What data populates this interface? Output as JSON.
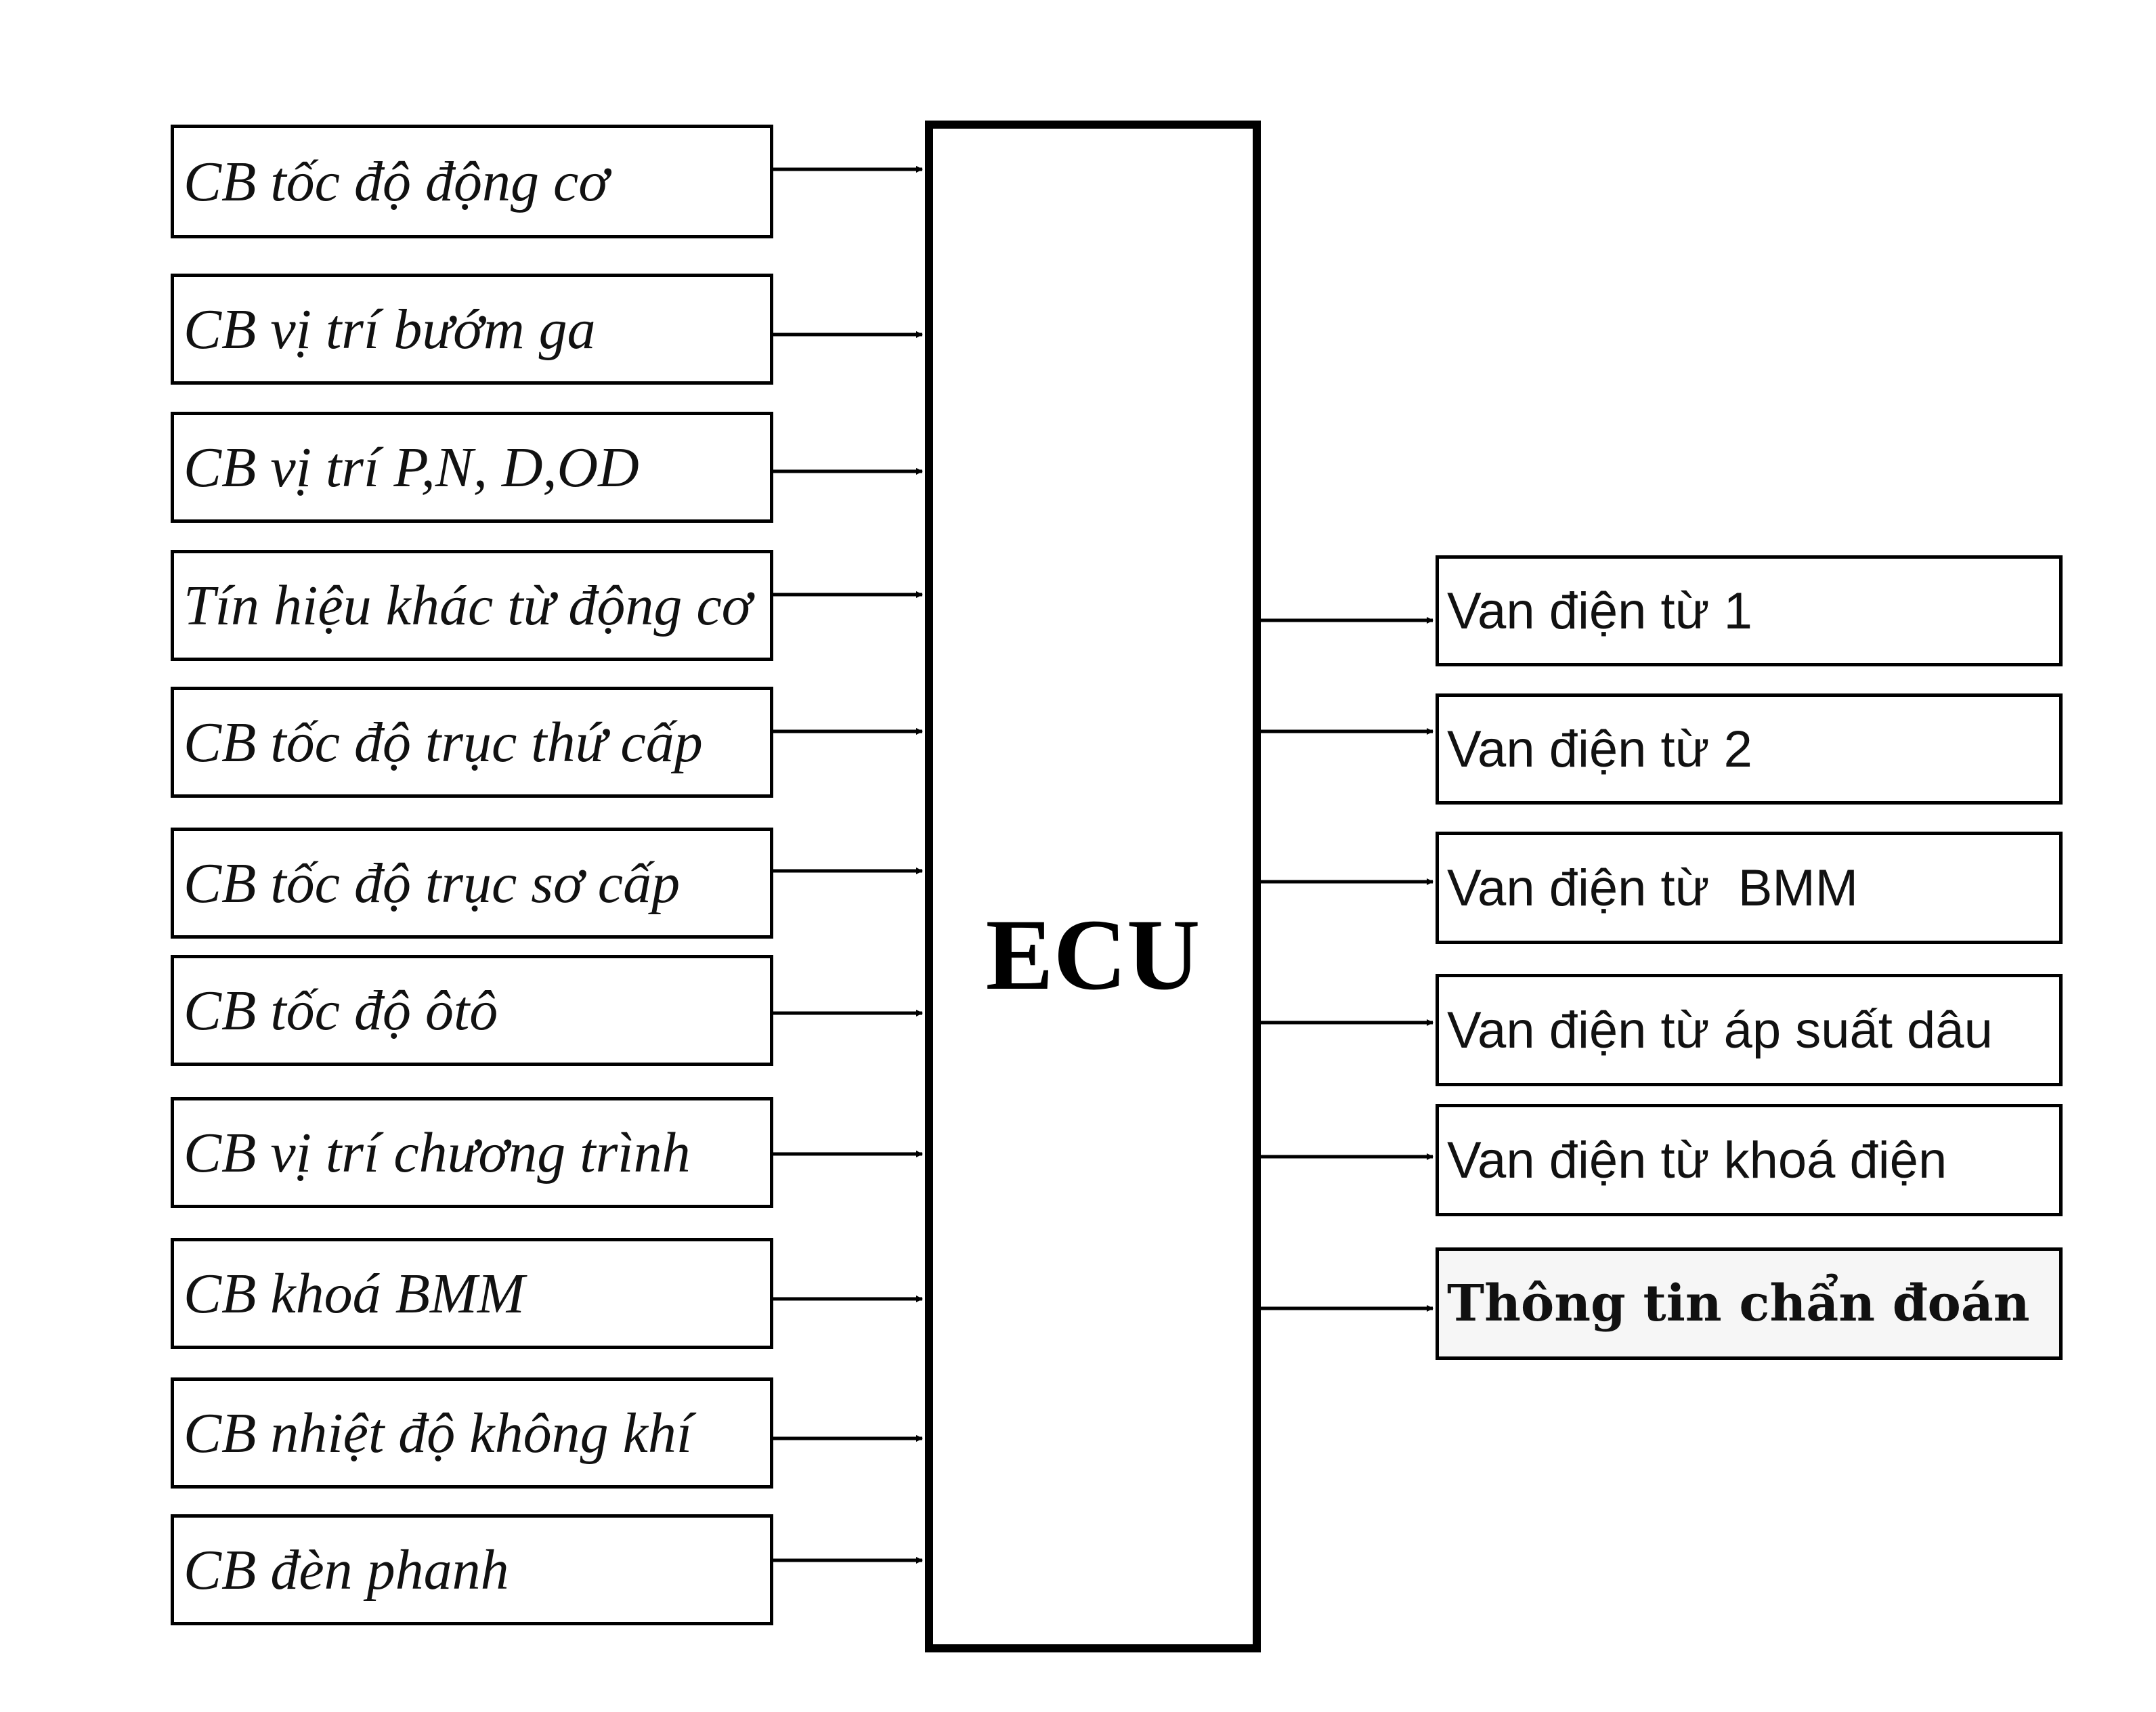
{
  "ecu": {
    "label": "ECU"
  },
  "inputs": [
    "CB tốc độ động cơ",
    "CB vị trí bướm ga",
    "CB vị trí P,N, D,OD",
    "Tín hiệu khác từ động cơ",
    "CB tốc độ trục thứ cấp",
    "CB tốc độ trục sơ cấp",
    "CB tốc độ ôtô",
    "CB vị trí chương trình",
    "CB khoá BMM",
    "CB nhiệt độ không khí",
    "CB đèn phanh"
  ],
  "outputs": [
    "Van điện từ 1",
    "Van điện từ 2",
    "Van điện từ  BMM",
    "Van điện từ áp suất dâu",
    "Van điện từ khoá điện",
    "Thông tin chẩn đoán"
  ]
}
